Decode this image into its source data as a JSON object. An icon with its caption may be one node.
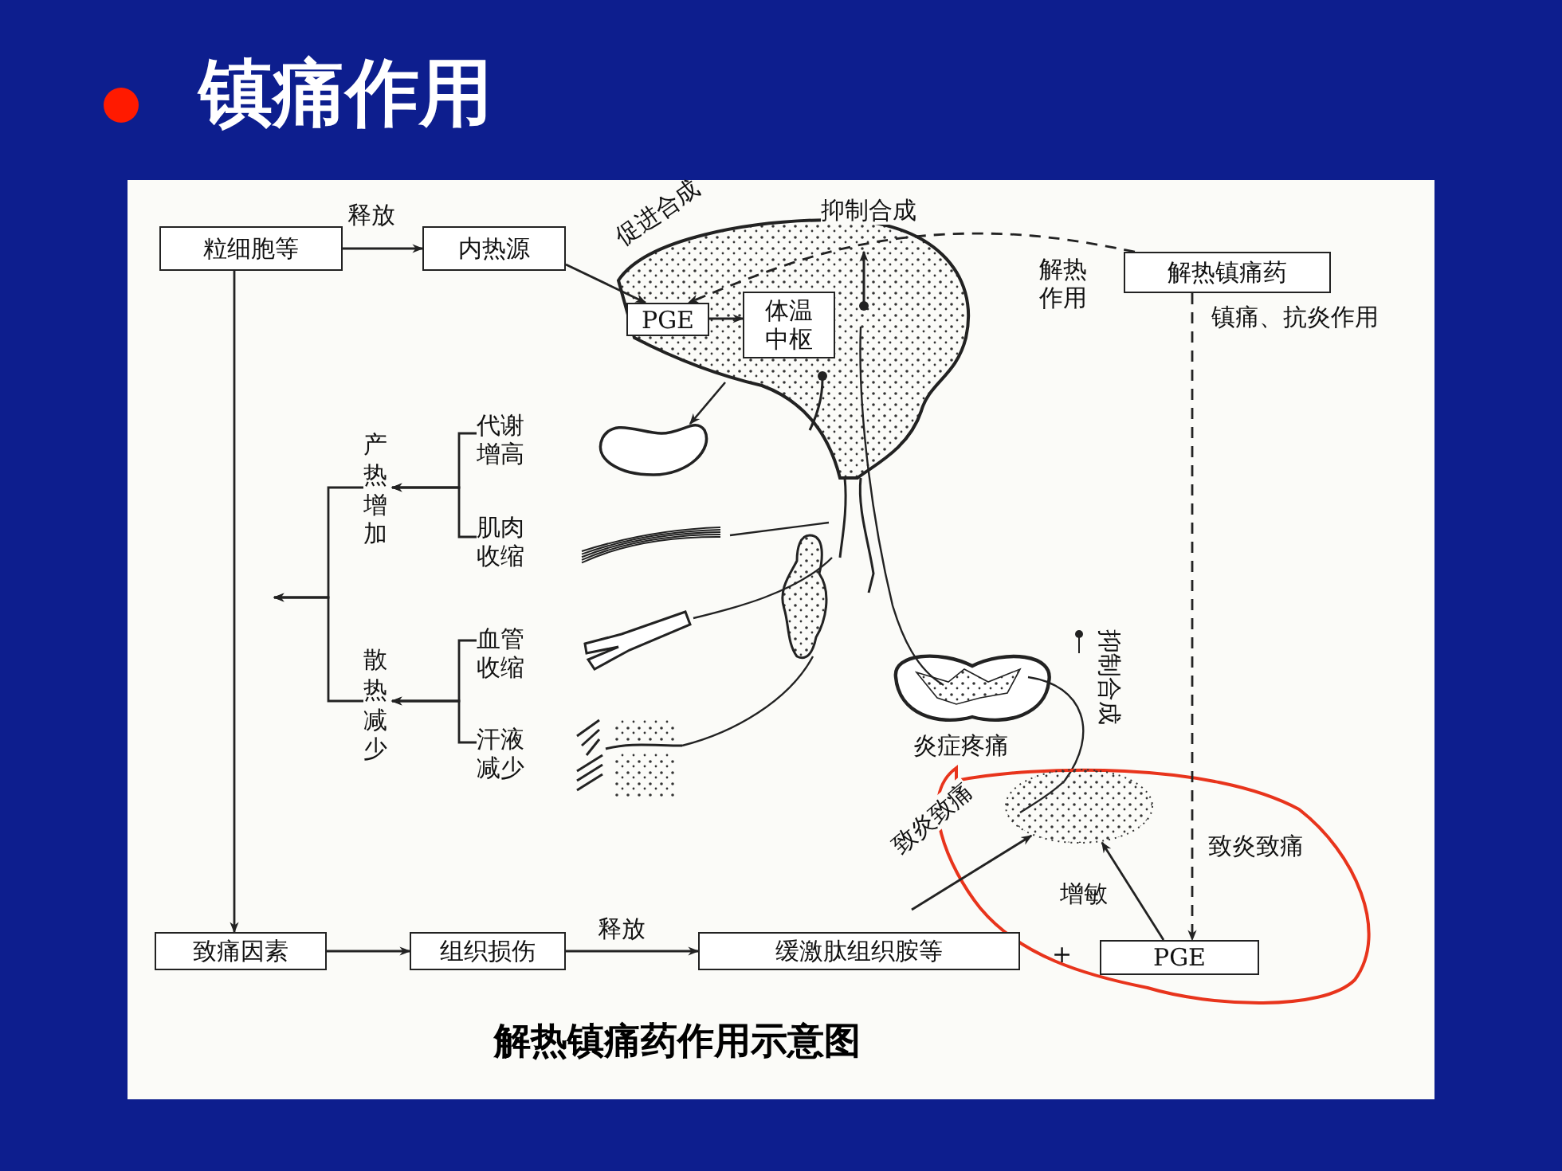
{
  "diagram": {
    "title": "镇痛作用",
    "caption": "解热镇痛药作用示意图",
    "nodes": [
      {
        "text": [
          "粒细胞等"
        ]
      },
      {
        "text": [
          "内热源"
        ]
      },
      {
        "text": [
          "PGE"
        ]
      },
      {
        "text": [
          "体温中枢"
        ]
      },
      {
        "text": [
          "解热镇痛药"
        ],
        "beside": [
          "解热作用",
          "镇痛、抗炎作用"
        ]
      },
      {
        "text": [
          "产热增加"
        ]
      },
      {
        "text": [
          "代谢增高"
        ]
      },
      {
        "text": [
          "肌肉收缩"
        ]
      },
      {
        "text": [
          "散热减少"
        ]
      },
      {
        "text": [
          "血管收缩"
        ]
      },
      {
        "text": [
          "汗液减少"
        ]
      },
      {
        "text": [
          "致痛因素"
        ]
      },
      {
        "text": [
          "组织损伤"
        ]
      },
      {
        "text": [
          "缓激肽组织胺等"
        ]
      },
      {
        "text": [
          "PGE"
        ]
      },
      {
        "text": [],
        "shape": "circle"
      }
    ],
    "edges": [
      {
        "from": 0,
        "to": 1,
        "arrow": "to",
        "label": "释放"
      },
      {
        "from": 0,
        "to": 11,
        "arrow": "to"
      },
      {
        "from": 1,
        "to": 2,
        "arrow": "to"
      },
      {
        "from": 2,
        "to": 3,
        "arrow": "to"
      },
      {
        "from": 4,
        "to": 2,
        "arrow": "to",
        "label": "抑制合成",
        "style": "dashed"
      },
      {
        "from": 6,
        "to": 5,
        "arrow": "to"
      },
      {
        "from": 7,
        "to": 5,
        "arrow": "to"
      },
      {
        "from": 9,
        "to": 8,
        "arrow": "to"
      },
      {
        "from": 10,
        "to": 8,
        "arrow": "to"
      },
      {
        "from": 5,
        "to": null,
        "arrow": "to"
      },
      {
        "from": 8,
        "to": null,
        "arrow": "to"
      },
      {
        "from": 11,
        "to": 12,
        "arrow": "to"
      },
      {
        "from": 12,
        "to": 13,
        "arrow": "to",
        "label": "释放"
      },
      {
        "from": null,
        "to": 15,
        "arrow": "to",
        "label": "致炎致痛"
      },
      {
        "from": 14,
        "to": 15,
        "arrow": "to",
        "label": "增敏"
      },
      {
        "from": 4,
        "to": 14,
        "arrow": "to",
        "label": "抑制合成",
        "style": "dashed"
      }
    ],
    "labels": [
      "促进合成",
      "炎症疼痛",
      "致炎致痛",
      "+"
    ]
  }
}
